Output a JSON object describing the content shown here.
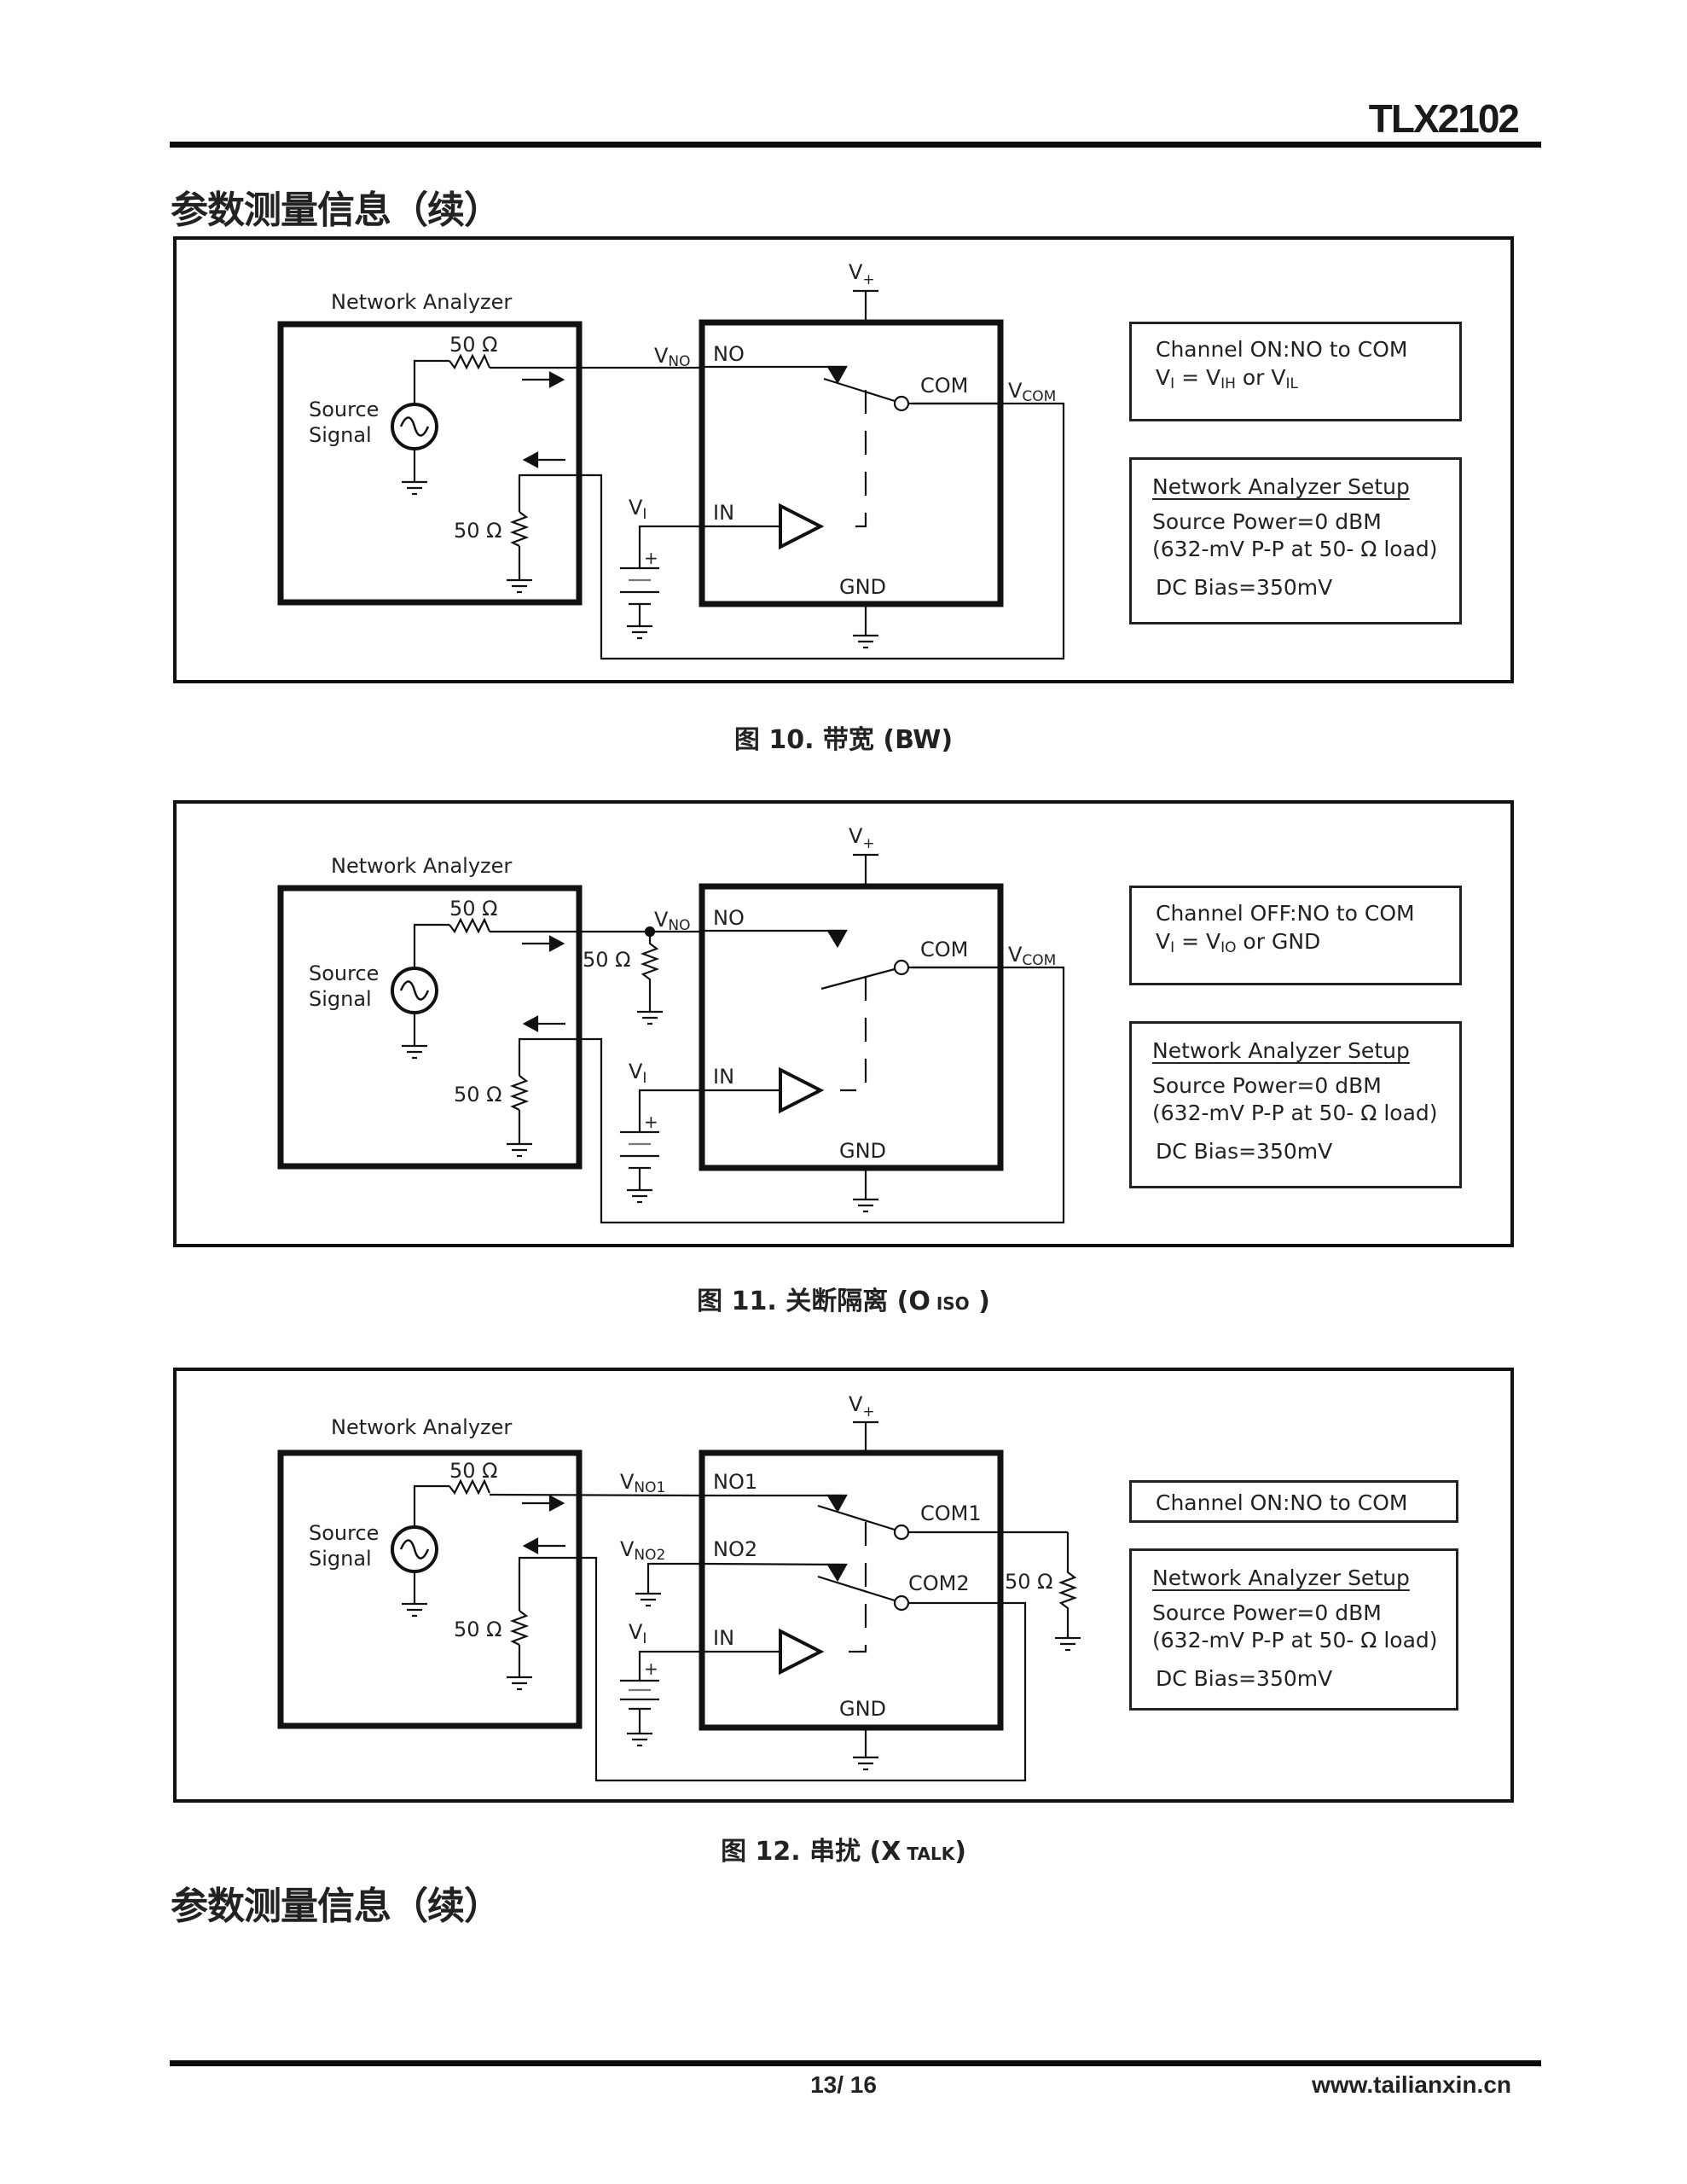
{
  "header": {
    "doc_title": "TLX2102"
  },
  "section_heading": "参数测量信息（续）",
  "common": {
    "network_analyzer": "Network Analyzer",
    "source_line1": "Source",
    "source_line2": "Signal",
    "r_label": "50 Ω",
    "v_plus": "V",
    "v_plus_sub": "+",
    "vi": "V",
    "vi_sub": "I",
    "in_pin": "IN",
    "gnd_pin": "GND",
    "plus": "+",
    "setup_title": "Network Analyzer Setup",
    "setup_line1": "Source Power=0 dBM",
    "setup_line2": "(632-mV P-P at 50- Ω load)",
    "setup_line3": "DC Bias=350mV"
  },
  "figures": [
    {
      "caption_prefix": "图 ",
      "caption_num": "10.",
      "caption_text": " 带宽 (BW)",
      "caption_sub": "",
      "caption_end": "",
      "vno": "V",
      "vno_sub": "NO",
      "no_pin": "NO",
      "com_pin": "COM",
      "vcom": "V",
      "vcom_sub": "COM",
      "channel_line": "Channel ON:NO to COM",
      "vi_eq_prefix": "V",
      "vi_eq_sub": "I",
      "vi_eq_mid": " =  V",
      "vi_eq_sub2": "IH",
      "vi_eq_or": " or V",
      "vi_eq_sub3": "IL"
    },
    {
      "caption_prefix": "图 ",
      "caption_num": "11.",
      "caption_text": " 关断隔离 (O",
      "caption_sub": " ISO",
      "caption_end": " )",
      "vno": "V",
      "vno_sub": "NO",
      "no_pin": "NO",
      "com_pin": "COM",
      "vcom": "V",
      "vcom_sub": "COM",
      "channel_line": "Channel OFF:NO to COM",
      "vi_eq_prefix": "V",
      "vi_eq_sub": "I",
      "vi_eq_mid": " =  V",
      "vi_eq_sub2": "IO",
      "vi_eq_or": " or GND"
    },
    {
      "caption_prefix": "图 ",
      "caption_num": "12.",
      "caption_text": " 串扰 (X",
      "caption_sub": " TALK",
      "caption_end": ")",
      "vno1": "V",
      "vno1_sub": "NO1",
      "vno2": "V",
      "vno2_sub": "NO2",
      "no1_pin": "NO1",
      "no2_pin": "NO2",
      "com1_pin": "COM1",
      "com2_pin": "COM2",
      "channel_line": "Channel ON:NO to COM"
    }
  ],
  "footer": {
    "page": "13/ 16",
    "url": "www.tailianxin.cn"
  }
}
